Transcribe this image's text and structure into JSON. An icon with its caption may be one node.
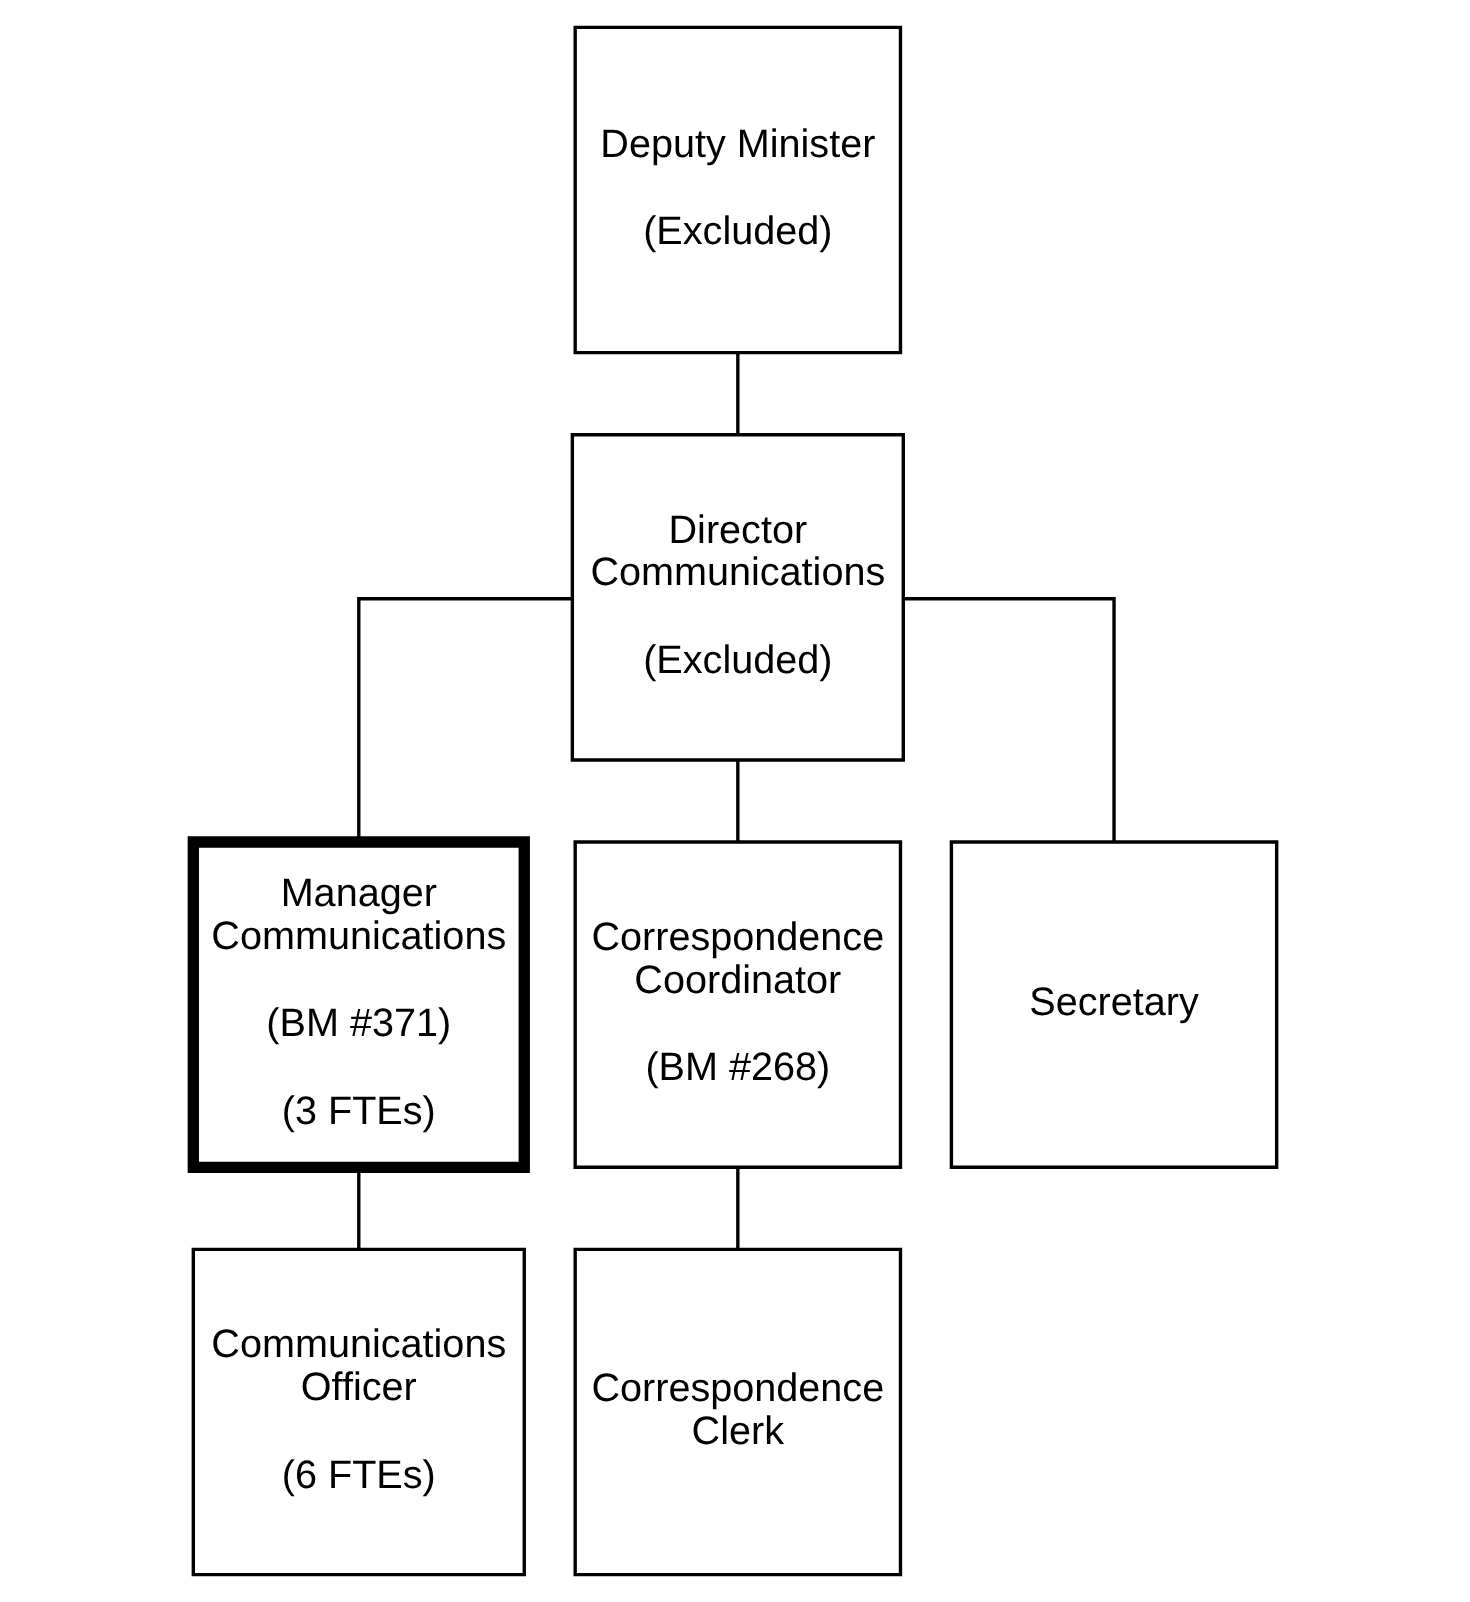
{
  "diagram": {
    "nodes": [
      {
        "text": [
          "Deputy Minister",
          "(Excluded)"
        ]
      },
      {
        "text": [
          "Director Communications",
          "(Excluded)"
        ]
      },
      {
        "text": [
          "Manager Communications",
          "(BM #371)",
          "(3 FTEs)"
        ]
      },
      {
        "text": [
          "Correspondence Coordinator",
          "(BM #268)"
        ]
      },
      {
        "text": [
          "Secretary"
        ]
      },
      {
        "text": [
          "Communications Officer",
          "(6 FTEs)"
        ]
      },
      {
        "text": [
          "Correspondence Clerk"
        ]
      }
    ],
    "edges": [
      {
        "from": 0,
        "to": 1,
        "arrow": "none"
      },
      {
        "from": 1,
        "to": 2,
        "arrow": "none"
      },
      {
        "from": 1,
        "to": 3,
        "arrow": "none"
      },
      {
        "from": 1,
        "to": 4,
        "arrow": "none"
      },
      {
        "from": 2,
        "to": 5,
        "arrow": "none"
      },
      {
        "from": 3,
        "to": 6,
        "arrow": "none"
      }
    ]
  }
}
